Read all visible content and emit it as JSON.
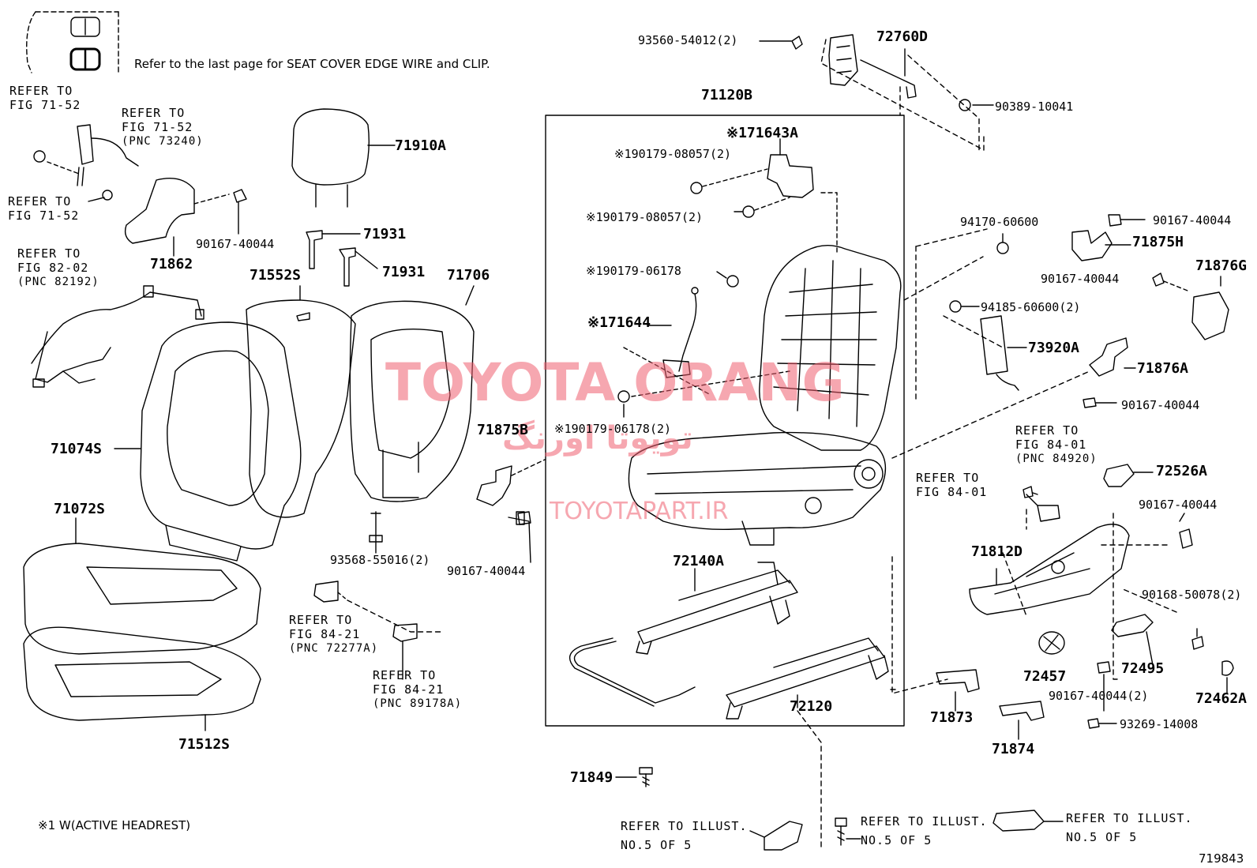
{
  "note_top": "Refer to the last page for SEAT COVER EDGE WIRE and CLIP.",
  "note_bottom": "※1 W(ACTIVE HEADREST)",
  "illustration_id": "719843",
  "watermark": {
    "main": "TOYOTA ORANG",
    "persian": "تویوتا اورنگ",
    "site": "TOYOTAPART.IR"
  },
  "parts": {
    "p93560": "93560-54012(2)",
    "p72760D": "72760D",
    "p90389": "90389-10041",
    "p71120B": "71120B",
    "p71643A": "※171643A",
    "p90179_08057a": "※190179-08057(2)",
    "p90179_08057b": "※190179-08057(2)",
    "p90179_06178a": "※190179-06178",
    "p71644": "※171644",
    "p90179_06178b": "※190179-06178(2)",
    "p94170": "94170-60600",
    "p90167_a": "90167-40044",
    "p71875H": "71875H",
    "p90167_b": "90167-40044",
    "p71876G": "71876G",
    "p94185": "94185-60600(2)",
    "p73920A": "73920A",
    "p71876A": "71876A",
    "p90167_c": "90167-40044",
    "p72526A": "72526A",
    "p90167_d": "90167-40044",
    "p71812D": "71812D",
    "p90168": "90168-50078(2)",
    "p72457": "72457",
    "p72495": "72495",
    "p90167_e": "90167-40044(2)",
    "p72462A": "72462A",
    "p93269": "93269-14008",
    "p71873": "71873",
    "p71874": "71874",
    "p72140A": "72140A",
    "p72120": "72120",
    "p71849": "71849",
    "p71910A": "71910A",
    "p71931a": "71931",
    "p71931b": "71931",
    "p71862": "71862",
    "p90167_f": "90167-40044",
    "p71552S": "71552S",
    "p71706": "71706",
    "p71074S": "71074S",
    "p71072S": "71072S",
    "p71512S": "71512S",
    "p71875B": "71875B",
    "p90167_g": "90167-40044",
    "p93568": "93568-55016(2)"
  },
  "refs": {
    "r1": [
      "REFER TO",
      "FIG 71-52"
    ],
    "r2": [
      "REFER TO",
      "FIG 71-52",
      "(PNC 73240)"
    ],
    "r3": [
      "REFER TO",
      "FIG 71-52"
    ],
    "r4": [
      "REFER TO",
      "FIG 82-02",
      "(PNC 82192)"
    ],
    "r5": [
      "REFER TO",
      "FIG 84-21",
      "(PNC 72277A)"
    ],
    "r6": [
      "REFER TO",
      "FIG 84-21",
      "(PNC 89178A)"
    ],
    "r7": [
      "REFER TO",
      "FIG 84-01",
      "(PNC 84920)"
    ],
    "r8": [
      "REFER TO",
      "FIG 84-01"
    ],
    "r9": [
      "REFER TO ILLUST.",
      "NO.5 OF 5"
    ],
    "r10": [
      "REFER TO ILLUST.",
      "NO.5 OF 5"
    ],
    "r11": [
      "REFER TO ILLUST.",
      "NO.5 OF 5"
    ]
  }
}
